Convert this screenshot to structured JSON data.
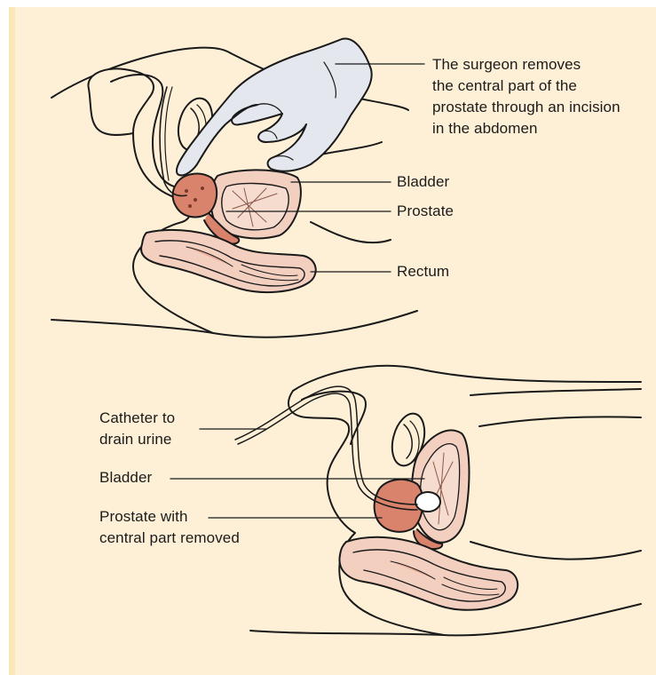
{
  "top": {
    "surgeon_line1": "The surgeon removes",
    "surgeon_line2": "the central part of the",
    "surgeon_line3": "prostate through an incision",
    "surgeon_line4": "in the abdomen",
    "bladder": "Bladder",
    "prostate": "Prostate",
    "rectum": "Rectum"
  },
  "bottom": {
    "catheter_line1": "Catheter to",
    "catheter_line2": "drain urine",
    "bladder": "Bladder",
    "prostate_line1": "Prostate with",
    "prostate_line2": "central part removed"
  },
  "colors": {
    "panel": "#fdf0d6",
    "tissue": "#f3cfc0",
    "prostate_red": "#d9836c",
    "glove": "#e4e7ee"
  }
}
